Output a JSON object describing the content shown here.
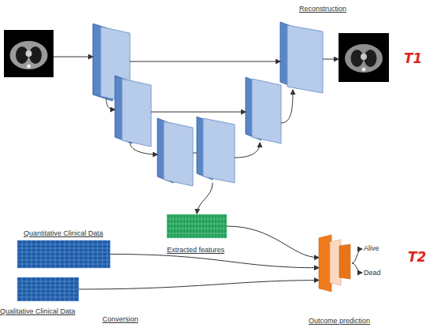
{
  "diagram": {
    "nodes": [
      {
        "text": [
          "Extracted features"
        ]
      },
      {
        "text": [
          "Quantitative Clinical Data"
        ]
      },
      {
        "text": [
          "Qualitative Clinical Data"
        ]
      },
      {
        "text": [
          "Outcome prediction"
        ]
      }
    ],
    "edges": [
      {
        "from": 0,
        "to": 3,
        "arrow": "to"
      },
      {
        "from": 1,
        "to": 3,
        "arrow": "to"
      },
      {
        "from": 2,
        "to": 3,
        "arrow": "to"
      }
    ],
    "labels": [
      "Reconstruction",
      "T1",
      "Alive",
      "T2",
      "Dead",
      "Conversion"
    ]
  }
}
